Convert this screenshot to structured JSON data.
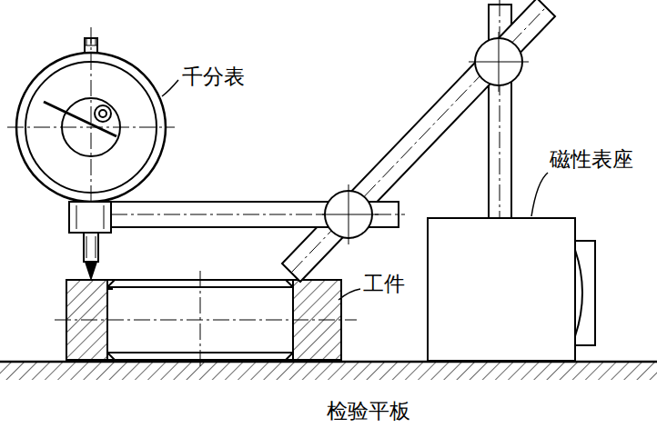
{
  "diagram": {
    "labels": [
      "千分表",
      "磁性表座",
      "工件",
      "检验平板"
    ]
  }
}
